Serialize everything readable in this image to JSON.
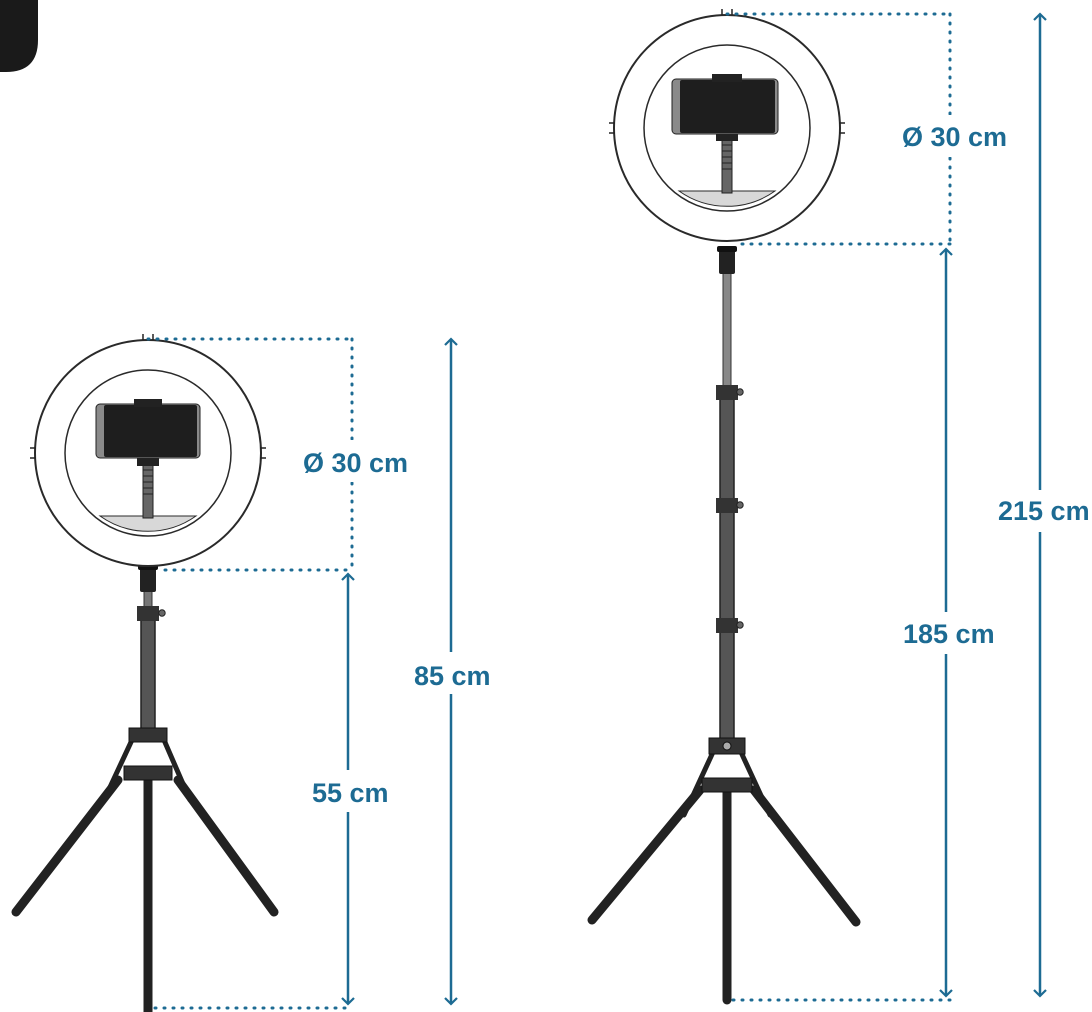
{
  "colors": {
    "dimension": "#1d6b93",
    "stand": "#555555",
    "stand_dark": "#222222",
    "phone": "#1e1e1e",
    "phone_frame": "#8a8a8a",
    "ring_stroke": "#2a2a2a",
    "ring_fill": "#ffffff",
    "base_fill": "#d8d8d8",
    "corner_tab": "#1a1a1a"
  },
  "configurations": [
    {
      "state": "collapsed",
      "labels": {
        "ring_diameter": "Ø 30 cm",
        "stand_height": "55 cm",
        "total_height": "85 cm"
      }
    },
    {
      "state": "extended",
      "labels": {
        "ring_diameter": "Ø 30 cm",
        "stand_height": "185 cm",
        "total_height": "215 cm"
      }
    }
  ]
}
